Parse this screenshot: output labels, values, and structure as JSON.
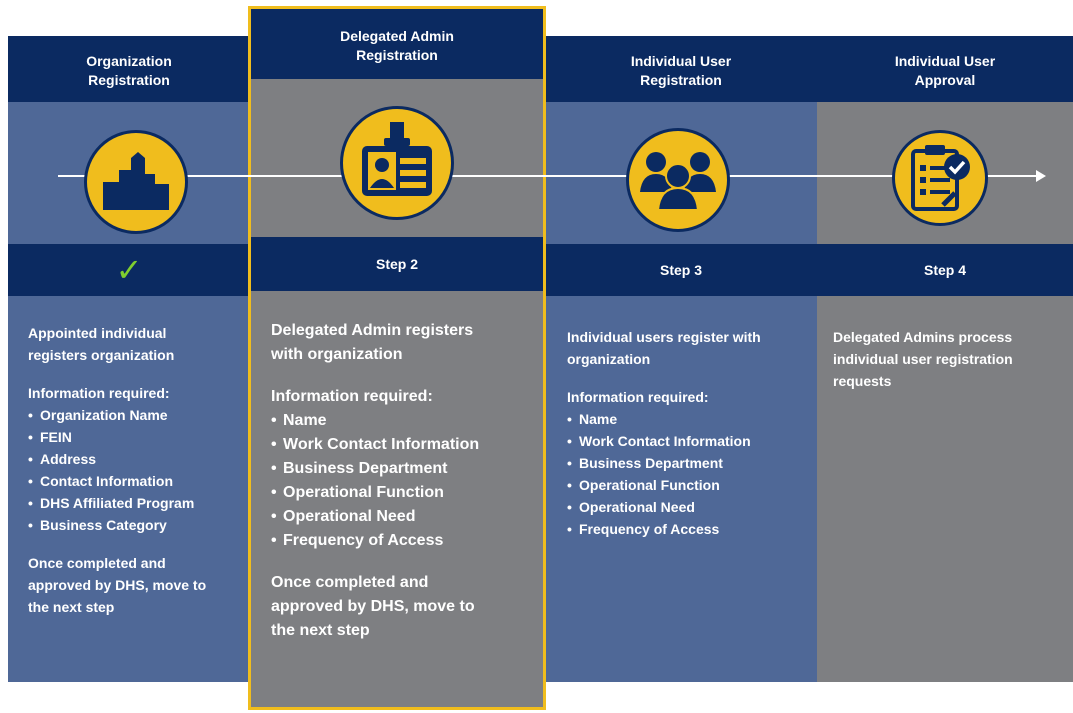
{
  "colors": {
    "navy": "#0b2a61",
    "blue_panel": "#4f6897",
    "gray_panel": "#7e7f82",
    "gold": "#f0bd1d",
    "check_green": "#7fce2f"
  },
  "steps": [
    {
      "header": "Organization\nRegistration",
      "icon": "building-icon",
      "step_label": "✓",
      "intro": "Appointed individual\nregisters organization",
      "info_label": "Information required:",
      "items": [
        "Organization Name",
        "FEIN",
        "Address",
        "Contact Information",
        "DHS Affiliated Program",
        "Business Category"
      ],
      "closing": "Once completed and\napproved by DHS, move to\nthe next step"
    },
    {
      "header": "Delegated Admin\nRegistration",
      "icon": "id-badge-icon",
      "step_label": "Step 2",
      "intro": "Delegated Admin registers\nwith organization",
      "info_label": "Information required:",
      "items": [
        "Name",
        "Work Contact Information",
        "Business Department",
        "Operational Function",
        "Operational Need",
        "Frequency of Access"
      ],
      "closing": "Once completed and\napproved by DHS, move to\nthe next step"
    },
    {
      "header": "Individual User\nRegistration",
      "icon": "users-group-icon",
      "step_label": "Step 3",
      "intro": "Individual users register with\norganization",
      "info_label": "Information required:",
      "items": [
        "Name",
        "Work Contact Information",
        "Business Department",
        "Operational Function",
        "Operational Need",
        "Frequency of Access"
      ],
      "closing": ""
    },
    {
      "header": "Individual User\nApproval",
      "icon": "checklist-approval-icon",
      "step_label": "Step 4",
      "intro": "Delegated Admins process\nindividual user registration\nrequests",
      "info_label": "",
      "items": [],
      "closing": ""
    }
  ]
}
